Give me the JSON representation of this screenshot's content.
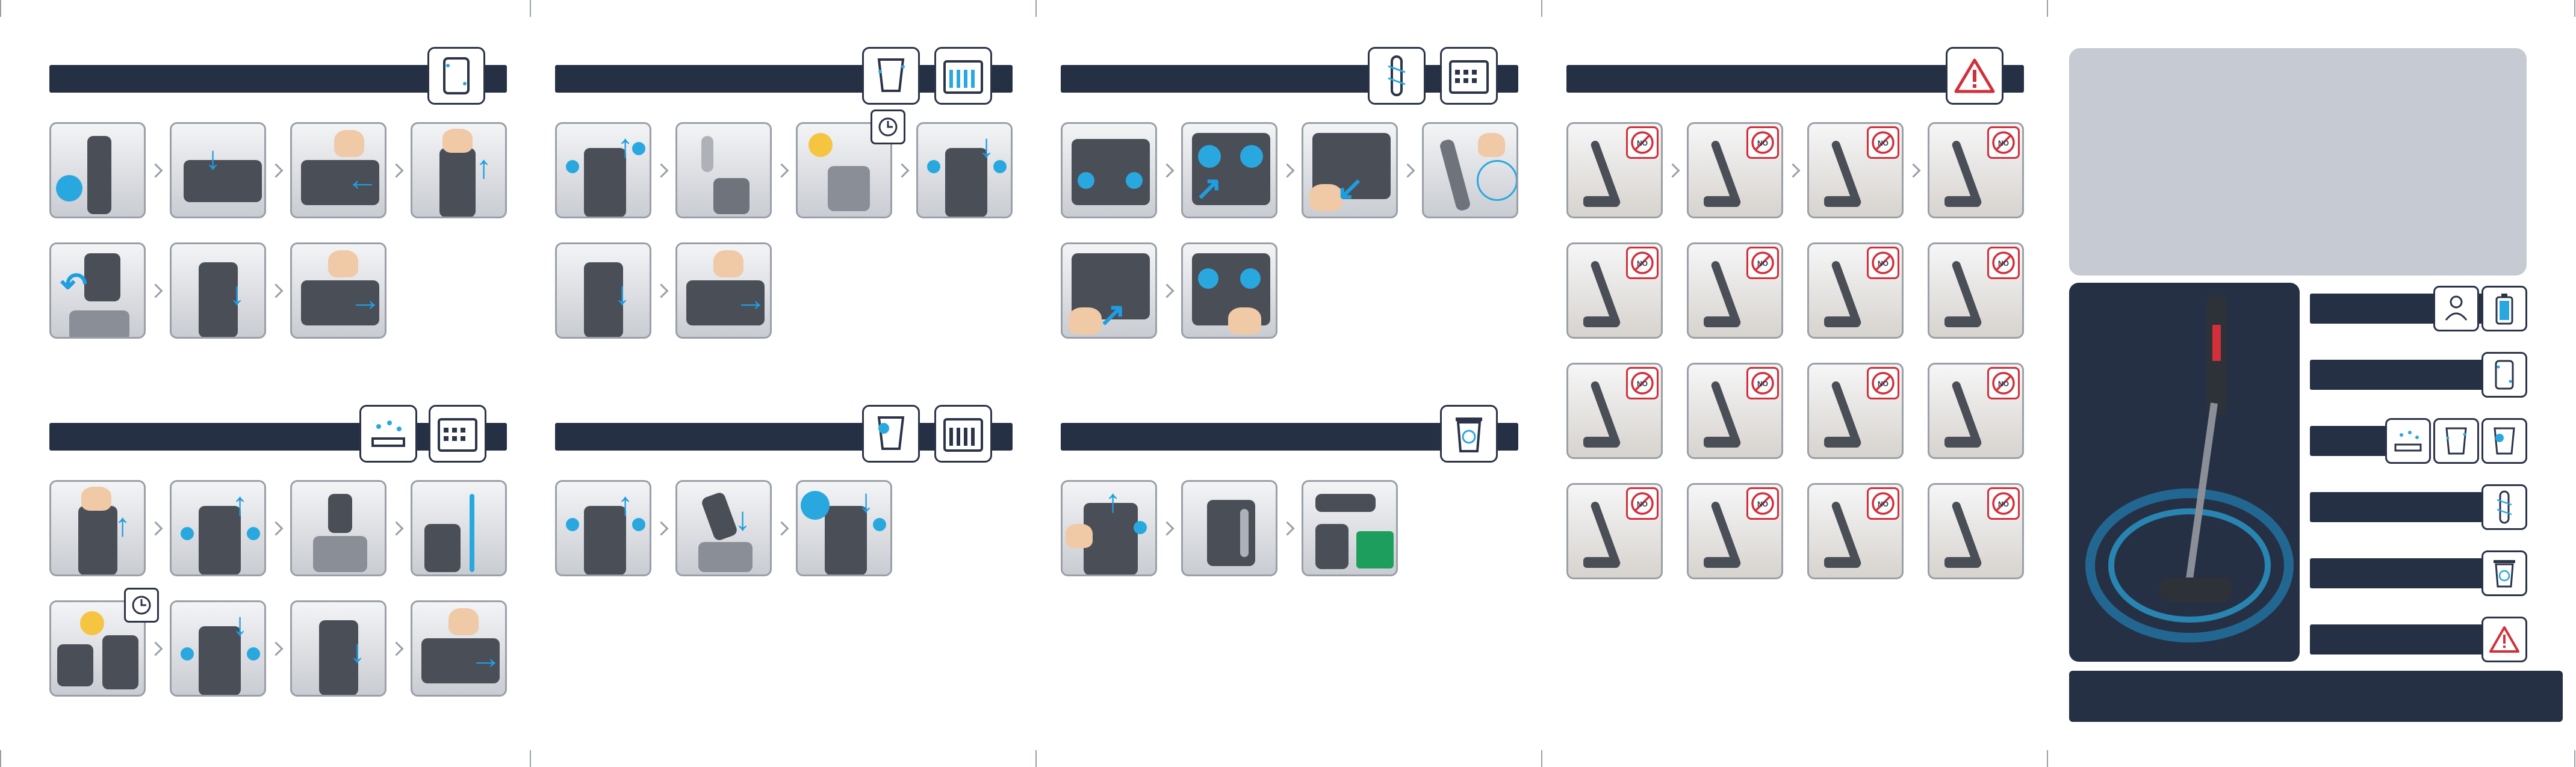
{
  "colors": {
    "header_bar": "#263044",
    "accent_blue": "#29a8e0",
    "warning_red": "#d32f3a",
    "panel_gray": "#c5cad3",
    "tile_border": "#9aa0a8"
  },
  "badges": {
    "no_label": "NO"
  },
  "sections": [
    {
      "id": "dust-container",
      "header_icons": [
        "dust-container-icon"
      ]
    },
    {
      "id": "filter-cleaning",
      "header_icons": [
        "filter-icon",
        "calendar-icon"
      ]
    },
    {
      "id": "brush-roll",
      "header_icons": [
        "brush-roll-icon",
        "calendar-icon"
      ]
    },
    {
      "id": "warnings",
      "header_icons": [
        "warning-triangle-icon"
      ]
    },
    {
      "id": "filter-washing",
      "header_icons": [
        "wash-icon",
        "calendar-icon"
      ]
    },
    {
      "id": "cyclone-cleaning",
      "header_icons": [
        "cyclone-filter-icon",
        "calendar-icon"
      ]
    },
    {
      "id": "battery-disposal",
      "header_icons": [
        "recycle-bin-icon"
      ]
    }
  ],
  "legend": [
    {
      "icons": [
        "user-manual-icon",
        "battery-icon"
      ]
    },
    {
      "icons": [
        "dust-container-icon"
      ]
    },
    {
      "icons": [
        "wash-icon",
        "filter-icon",
        "cyclone-filter-icon"
      ]
    },
    {
      "icons": [
        "brush-roll-icon"
      ]
    },
    {
      "icons": [
        "recycle-bin-icon"
      ]
    },
    {
      "icons": [
        "warning-triangle-icon"
      ]
    }
  ]
}
